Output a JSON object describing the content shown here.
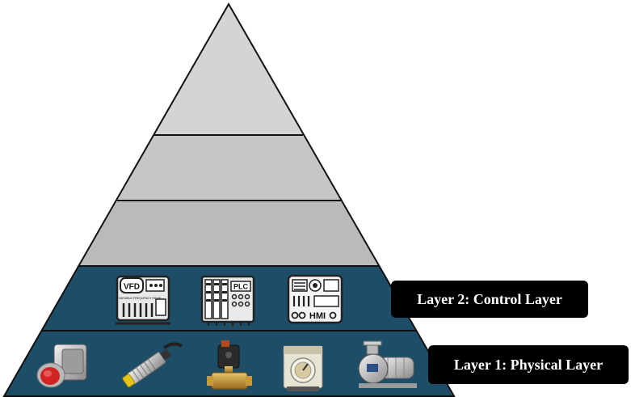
{
  "pyramid": {
    "colors": {
      "tier_top": "#d4d4d4",
      "tier_upper_mid": "#c6c6c6",
      "tier_lower_mid": "#bababa",
      "tier_control": "#1e4d68",
      "tier_physical": "#1e4d68",
      "outline": "#111111"
    },
    "layers": [
      {
        "label": "Layer 2: Control Layer"
      },
      {
        "label": "Layer 1: Physical Layer"
      }
    ],
    "control_icons": [
      {
        "name": "vfd-icon",
        "text": "VFD",
        "subtext": "VARIABLE FREQUENCY DRIVE"
      },
      {
        "name": "plc-icon",
        "text": "PLC"
      },
      {
        "name": "hmi-icon",
        "text": "HMI"
      }
    ],
    "physical_devices": [
      {
        "name": "push-button-icon"
      },
      {
        "name": "proximity-sensor-icon"
      },
      {
        "name": "solenoid-valve-icon"
      },
      {
        "name": "timer-relay-icon"
      },
      {
        "name": "centrifugal-pump-icon"
      }
    ]
  }
}
